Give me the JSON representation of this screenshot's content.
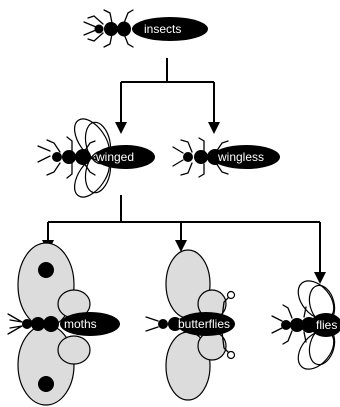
{
  "nodes": {
    "insects": {
      "label": "insects"
    },
    "winged": {
      "label": "winged"
    },
    "wingless": {
      "label": "wingless"
    },
    "moths": {
      "label": "moths"
    },
    "butterflies": {
      "label": "butterflies"
    },
    "flies": {
      "label": "flies"
    }
  },
  "colors": {
    "ink": "#000000",
    "wing_fill": "#dcdcdc",
    "background": "#ffffff"
  }
}
